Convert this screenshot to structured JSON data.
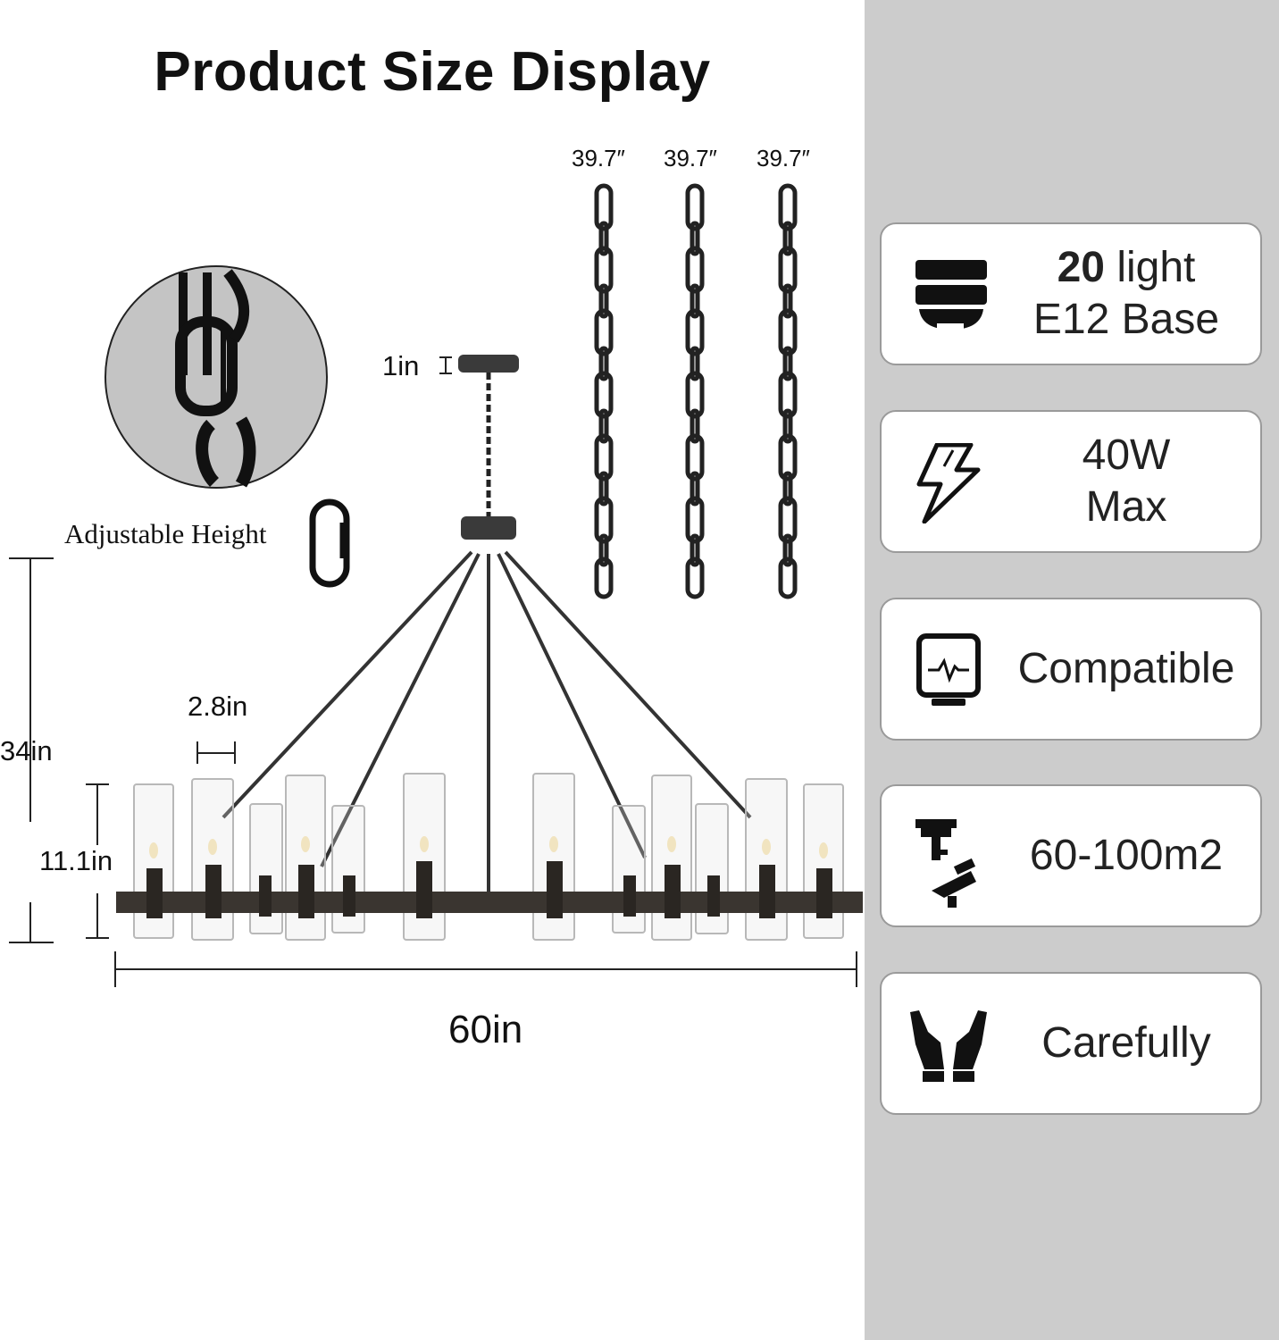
{
  "title": "Product Size Display",
  "chain_lengths": [
    "39.7″",
    "39.7″",
    "39.7″"
  ],
  "adjustable_label": "Adjustable Height",
  "dimensions": {
    "canopy_height": "1in",
    "candle_width": "2.8in",
    "total_height": "34in",
    "body_height": "11.1in",
    "diameter": "60in"
  },
  "features": [
    {
      "icon": "bulb-base-icon",
      "line1_number": "20",
      "line1_rest": " light",
      "line2": "E12 Base"
    },
    {
      "icon": "lightning-icon",
      "line1": "40W",
      "line2": "Max"
    },
    {
      "icon": "dimmer-monitor-icon",
      "line1": "Compatible"
    },
    {
      "icon": "ceiling-mount-icon",
      "line1": "60-100m2"
    },
    {
      "icon": "hands-icon",
      "line1": "Carefully"
    }
  ]
}
